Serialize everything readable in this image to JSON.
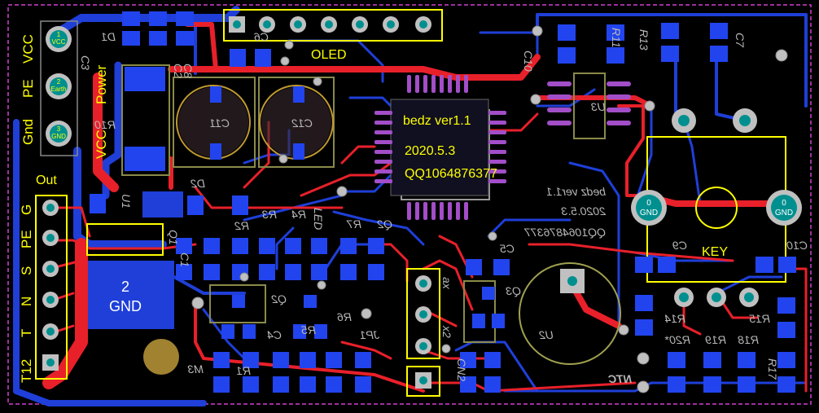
{
  "colors": {
    "background": "#000000",
    "top_copper": "#e8202a",
    "bottom_copper": "#1f3fd8",
    "silk_yellow": "#ffff00",
    "silk_bottom": "#b8b8b8",
    "outline": "#d040d0",
    "pad": "#c0c0c0",
    "via_center": "#008f8f",
    "ic_pin": "#a24ec8"
  },
  "top_labels": {
    "vcc": "VCC",
    "pe": "PE",
    "gnd": "Gnd",
    "power_vcc": "VCC",
    "power": "Power",
    "oled": "OLED",
    "out": "Out",
    "g": "G",
    "pe2": "PE",
    "s": "S",
    "n": "N",
    "t": "T",
    "t12": "T12",
    "ver": "bedz ver1.1",
    "date": "2020.5.3",
    "qq": "QQ1064876377",
    "key": "KEY"
  },
  "bottom_labels": {
    "c3": "C3",
    "r10": "R10",
    "d1": "D1",
    "c8": "C8",
    "c6": "C6",
    "c2": "C2",
    "c11": "C11",
    "c12": "C12",
    "d2": "D2",
    "u1": "U1",
    "r2": "R2",
    "r3": "R3",
    "r4": "R4",
    "led": "LED",
    "r7": "R7",
    "q2r": "Q2",
    "q1": "Q1",
    "c1": "C1",
    "q2": "Q2",
    "r5": "R5",
    "r6": "R6",
    "c4": "C4",
    "r1": "R1",
    "m3": "M3",
    "jp1": "JP1",
    "c10l": "C10",
    "r11": "R11",
    "r13": "R13",
    "c7": "C7",
    "u3": "U3",
    "c5": "C5",
    "q3": "Q3",
    "u2": "U2",
    "c9": "C9",
    "c10": "C10",
    "r14": "R14",
    "r15": "R15",
    "r20": "R20*",
    "r19": "R19",
    "r18": "R18",
    "r17": "R17",
    "ntc": "NTC",
    "cn2": "CN2",
    "a2": "ax",
    "x2": "x2",
    "bver": "bedz ver1.1",
    "bdate": "2020.5.3",
    "bqq": "QQ1064876377",
    "gnd2": "GND",
    "two": "2"
  },
  "connector_pads": [
    {
      "num": "1",
      "name": "VCC"
    },
    {
      "num": "2",
      "name": "Earth"
    },
    {
      "num": "3",
      "name": "GND"
    }
  ],
  "key_pads": {
    "left": "GND",
    "left_num": "0",
    "right": "GND",
    "right_num": "0"
  },
  "gnd_block": {
    "num": "2",
    "name": "GND"
  }
}
